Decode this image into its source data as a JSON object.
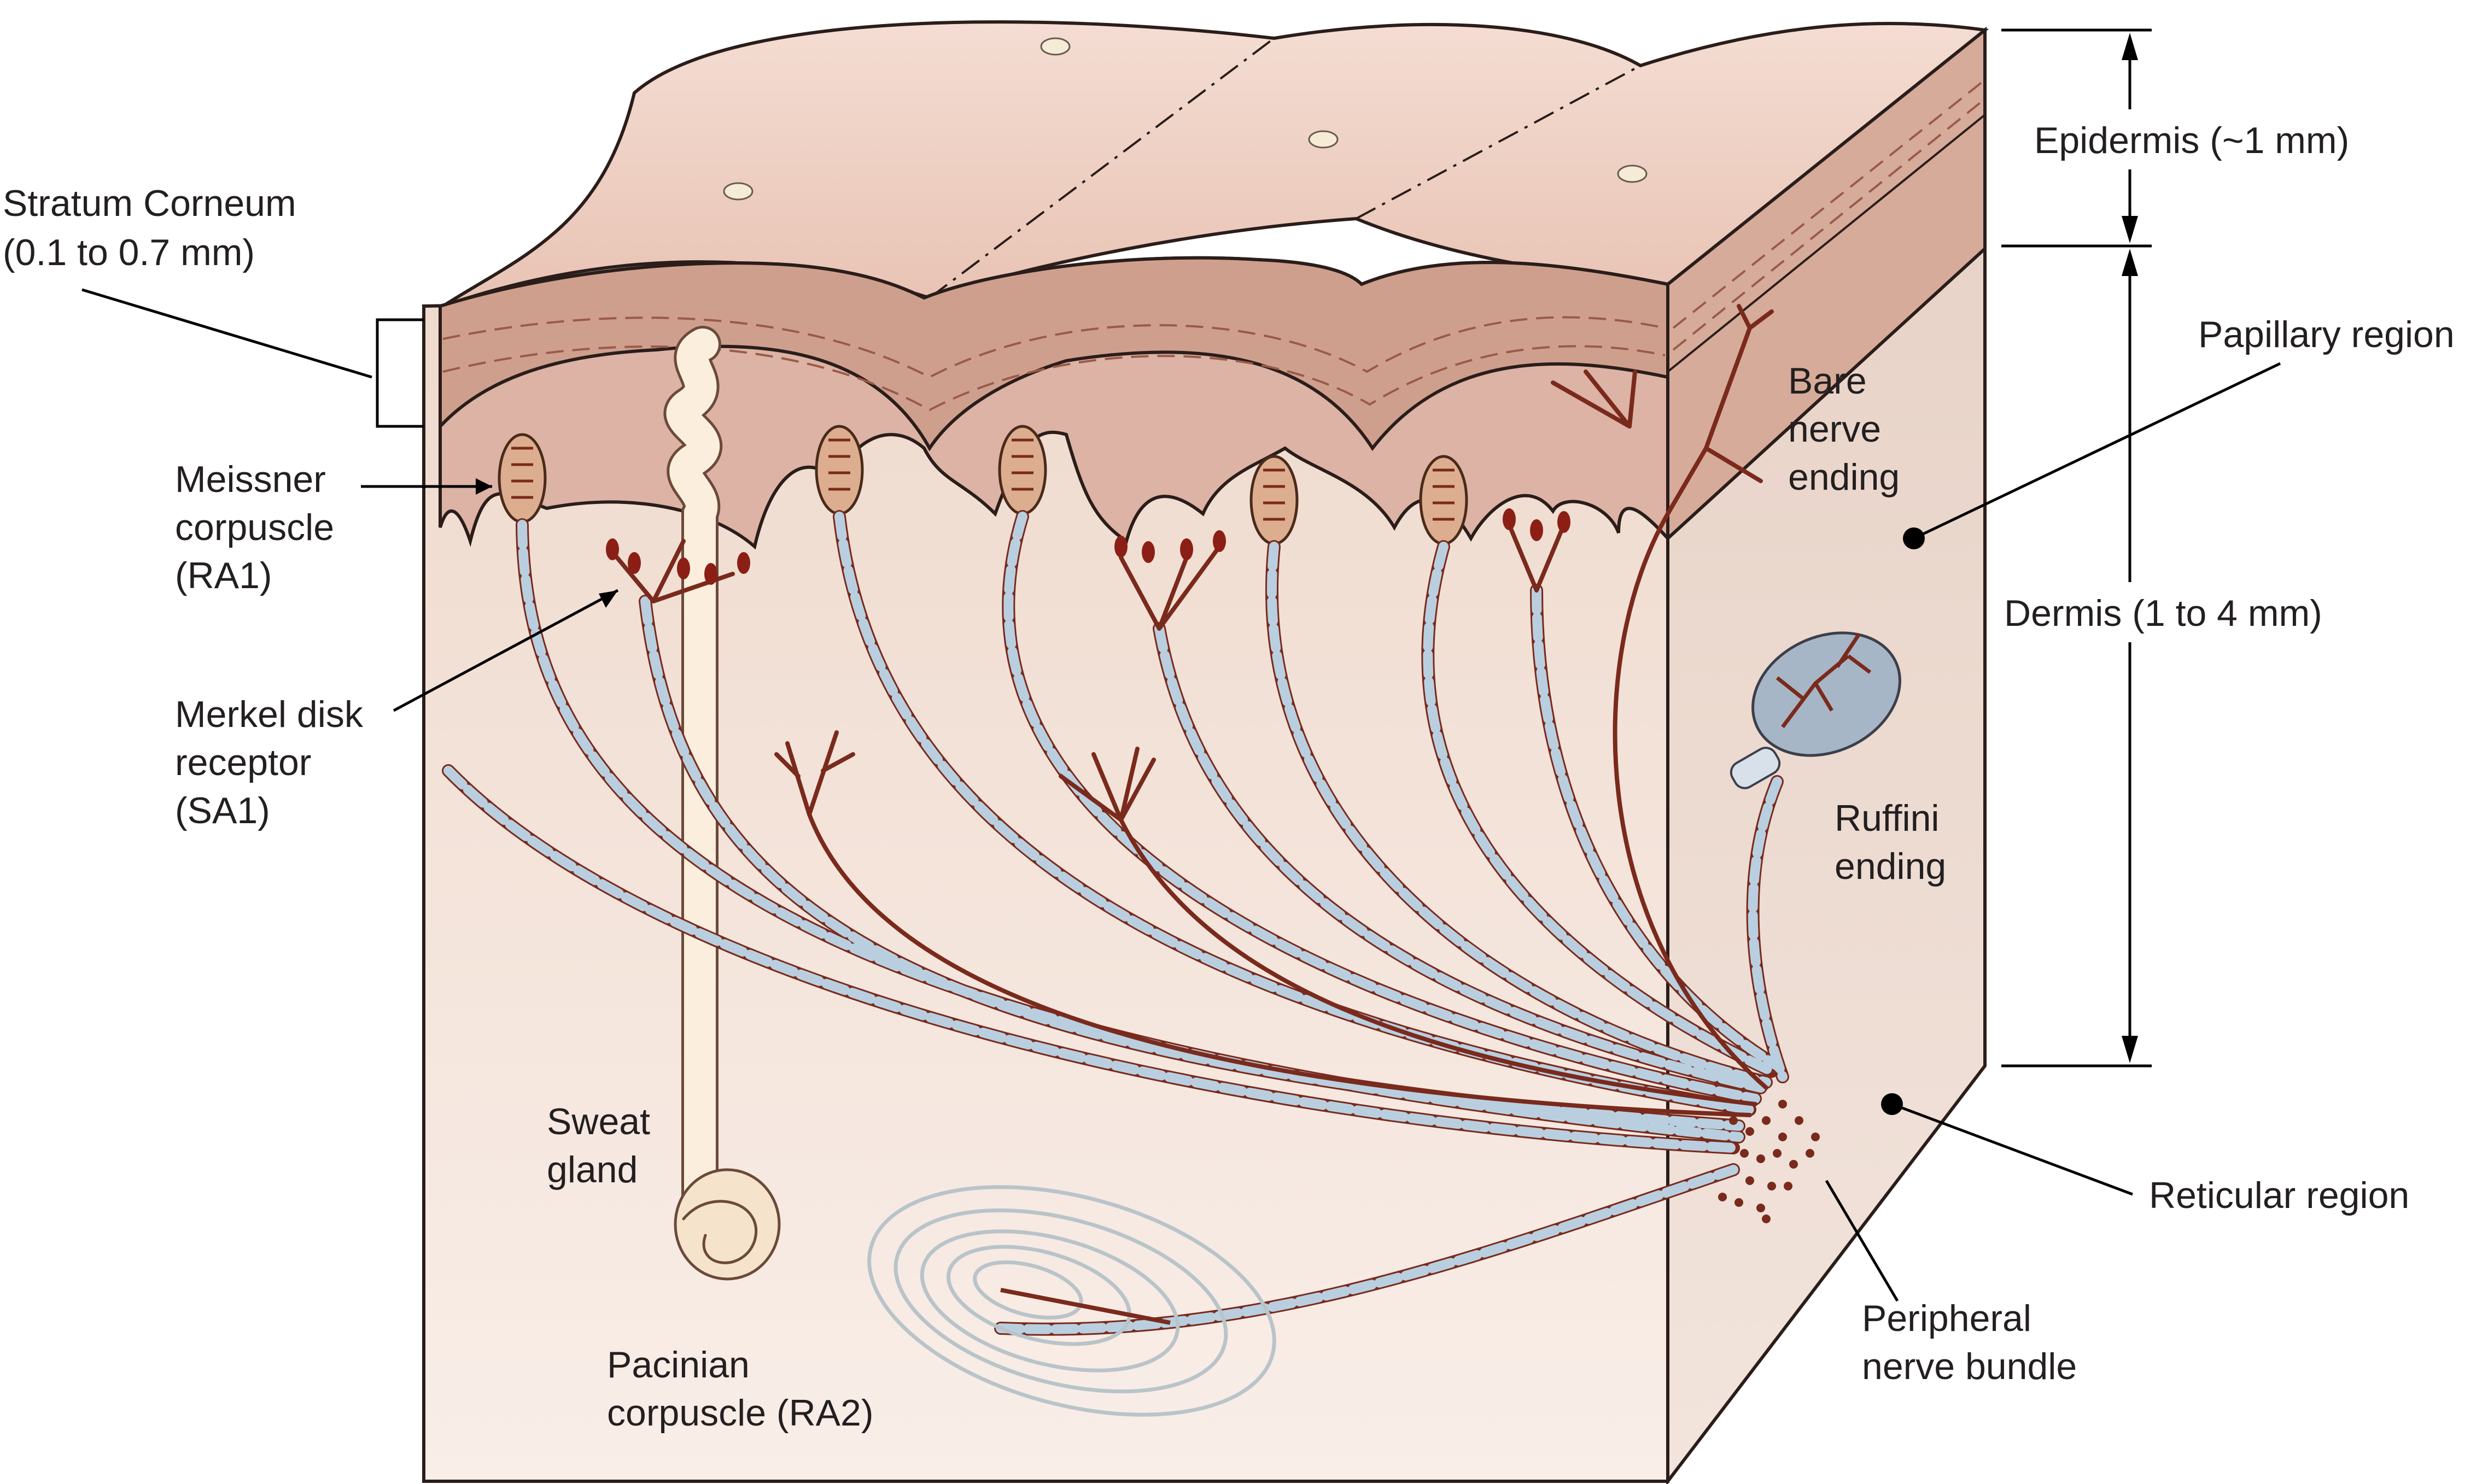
{
  "labels": {
    "stratum_corneum": [
      "Stratum Corneum",
      "(0.1 to 0.7 mm)"
    ],
    "meissner": [
      "Meissner",
      "corpuscle",
      "(RA1)"
    ],
    "merkel": [
      "Merkel disk",
      "receptor",
      "(SA1)"
    ],
    "sweat_gland": [
      "Sweat",
      "gland"
    ],
    "pacinian": [
      "Pacinian",
      "corpuscle (RA2)"
    ],
    "bare_nerve": [
      "Bare",
      "nerve",
      "ending"
    ],
    "ruffini": [
      "Ruffini",
      "ending"
    ],
    "peripheral": [
      "Peripheral",
      "nerve bundle"
    ],
    "epidermis": "Epidermis (~1 mm)",
    "papillary": "Papillary region",
    "dermis": "Dermis  (1 to 4 mm)",
    "reticular": "Reticular region"
  },
  "colors": {
    "surface": "#efd3c7",
    "epidermis": "#ddb4a5",
    "dermis_top": "#f1ded2",
    "dermis_bottom": "#f8ece6",
    "side_face": "#ecd9cf",
    "nerve": "#7a2a1c",
    "myelin": "#b9cfe0",
    "outline": "#2a1d1a"
  }
}
